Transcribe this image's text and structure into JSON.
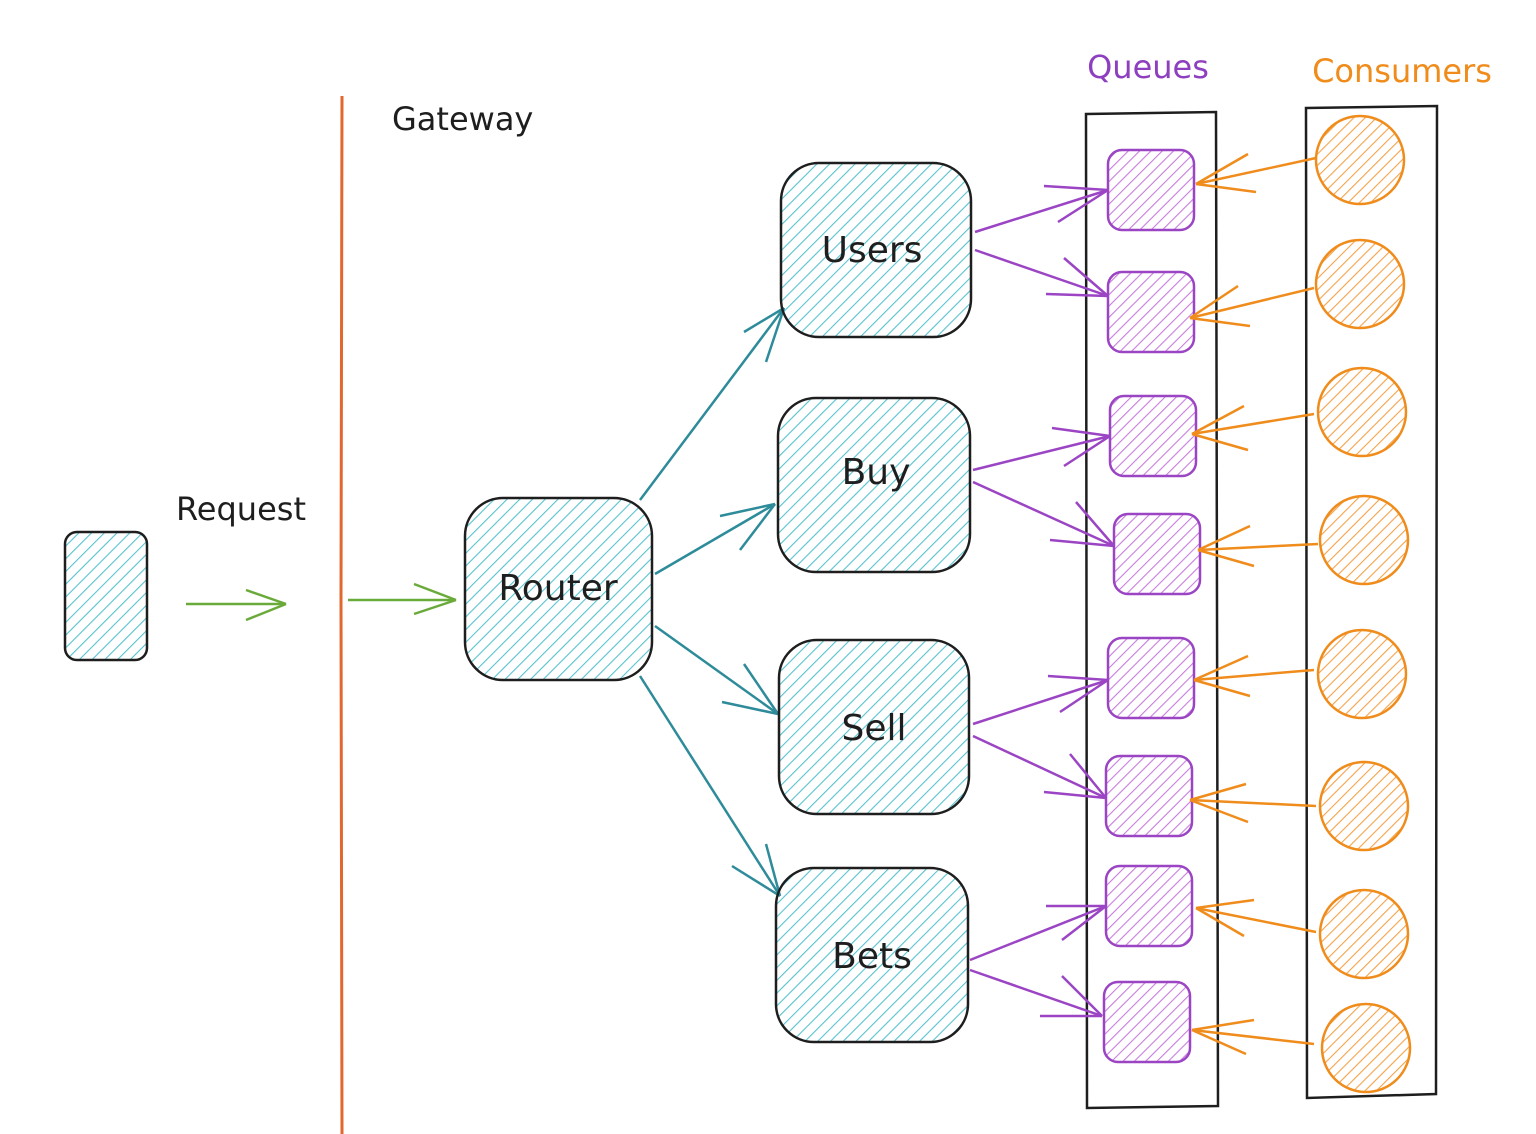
{
  "labels": {
    "request": "Request",
    "gateway": "Gateway",
    "queues": "Queues",
    "consumers": "Consumers"
  },
  "nodes": {
    "router": "Router",
    "services": [
      "Users",
      "Buy",
      "Sell",
      "Bets"
    ]
  },
  "colors": {
    "service_fill": "#58c2cf",
    "service_stroke": "#1e1e1e",
    "router_arrow": "#2e8b9a",
    "request_arrow": "#6aaa3a",
    "gateway_line": "#e2672e",
    "queue_fill": "#c77ddd",
    "queue_stroke": "#9b45c4",
    "consumer_fill": "#f5a24a",
    "consumer_stroke": "#ef8c1c",
    "queues_title": "#8e3fbf",
    "consumers_title": "#ef8c1c"
  },
  "counts": {
    "queues": 8,
    "consumers": 8
  }
}
